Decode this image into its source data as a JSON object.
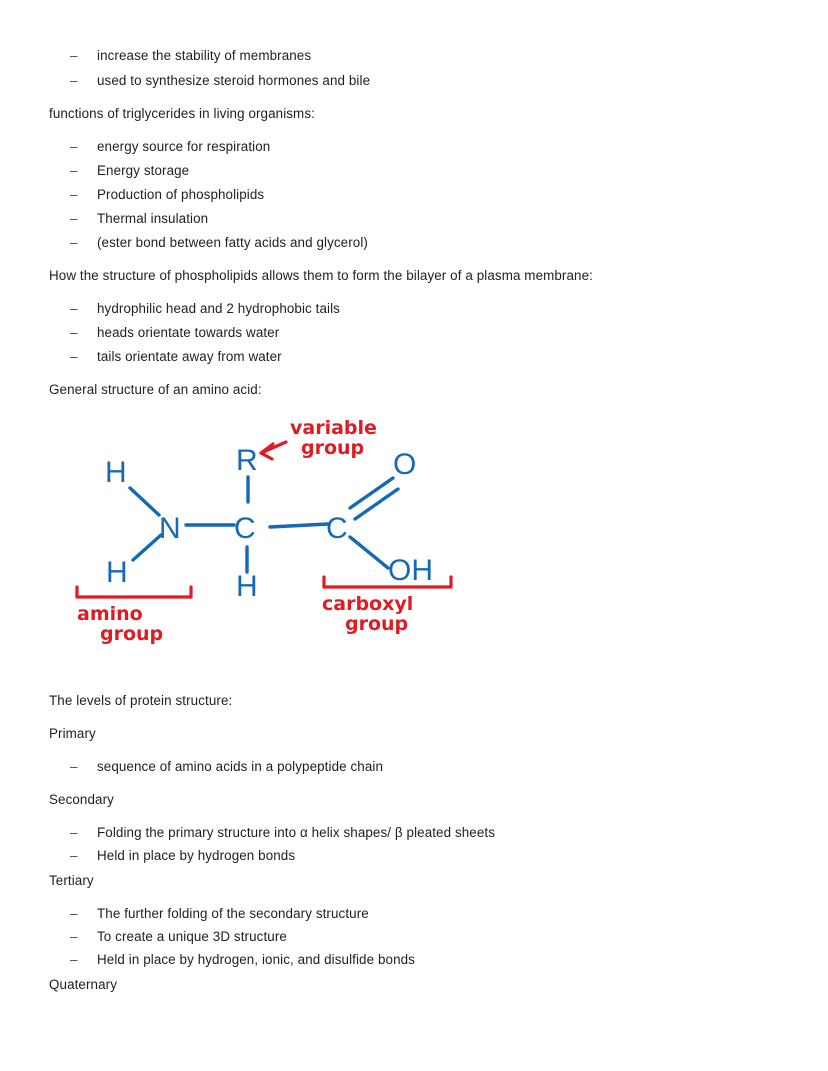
{
  "document": {
    "blocks": [
      {
        "type": "list",
        "items": [
          "increase the stability of membranes",
          "used to synthesize steroid hormones and bile"
        ]
      },
      {
        "type": "paragraph",
        "text": "functions of triglycerides in living organisms:"
      },
      {
        "type": "list",
        "items": [
          "energy source for respiration",
          "Energy storage",
          "Production of phospholipids",
          "Thermal insulation",
          "(ester bond between fatty acids and glycerol)"
        ]
      },
      {
        "type": "paragraph",
        "text": "How the structure of phospholipids allows them to form the bilayer of a plasma membrane:"
      },
      {
        "type": "list",
        "items": [
          "hydrophilic head and 2 hydrophobic tails",
          "heads orientate towards water",
          "tails orientate away from water"
        ]
      },
      {
        "type": "paragraph",
        "text": "General structure of an amino acid:"
      },
      {
        "type": "paragraph",
        "text": "The levels of protein structure:"
      },
      {
        "type": "paragraph",
        "text": "Primary"
      },
      {
        "type": "list",
        "items": [
          "sequence of amino acids in a polypeptide chain"
        ]
      },
      {
        "type": "paragraph",
        "text": "Secondary"
      },
      {
        "type": "list",
        "items": [
          "Folding the primary structure into α helix shapes/ β pleated sheets",
          "Held in place by hydrogen bonds"
        ]
      },
      {
        "type": "paragraph",
        "text": "Tertiary"
      },
      {
        "type": "list",
        "items": [
          "The further folding of the secondary structure",
          "To create a unique 3D structure",
          "Held in place by hydrogen, ionic, and disulfide bonds"
        ]
      },
      {
        "type": "paragraph",
        "text": "Quaternary"
      }
    ],
    "bullet_glyph": "–"
  },
  "diagram": {
    "title": "amino-acid-general-structure",
    "colors": {
      "atoms": "#1668b8",
      "bonds": "#1668b8",
      "annotations": "#e01b22"
    },
    "atoms": {
      "amine_h_top": "H",
      "amine_h_bottom": "H",
      "nitrogen": "N",
      "alpha_carbon": "C",
      "r_group": "R",
      "alpha_hydrogen": "H",
      "carboxyl_carbon": "C",
      "carbonyl_oxygen": "O",
      "hydroxyl": "OH"
    },
    "labels": {
      "variable_group_line1": "variable",
      "variable_group_line2": "group",
      "amino_group_line1": "amino",
      "amino_group_line2": "group",
      "carboxyl_group_line1": "carboxyl",
      "carboxyl_group_line2": "group"
    }
  }
}
